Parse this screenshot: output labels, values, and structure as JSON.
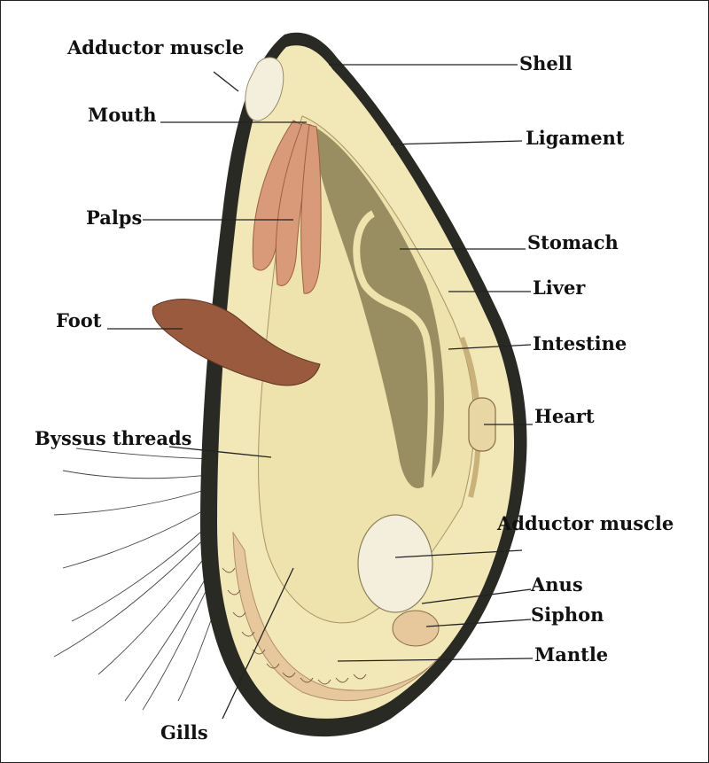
{
  "labels": {
    "adductor_muscle_top": "Adductor muscle",
    "shell": "Shell",
    "mouth": "Mouth",
    "ligament": "Ligament",
    "palps": "Palps",
    "stomach": "Stomach",
    "liver": "Liver",
    "foot": "Foot",
    "intestine": "Intestine",
    "heart": "Heart",
    "byssus_threads": "Byssus threads",
    "adductor_muscle_bottom": "Adductor muscle",
    "anus": "Anus",
    "siphon": "Siphon",
    "mantle": "Mantle",
    "gills": "Gills"
  },
  "colors": {
    "shell": "#2a2a24",
    "mantle": "#f2e7b6",
    "body": "#efe3ad",
    "palps": "#d99a7a",
    "foot": "#9a5a3e",
    "liver": "#8a7e55",
    "muscle": "#f3efdc",
    "leader": "#222222"
  }
}
